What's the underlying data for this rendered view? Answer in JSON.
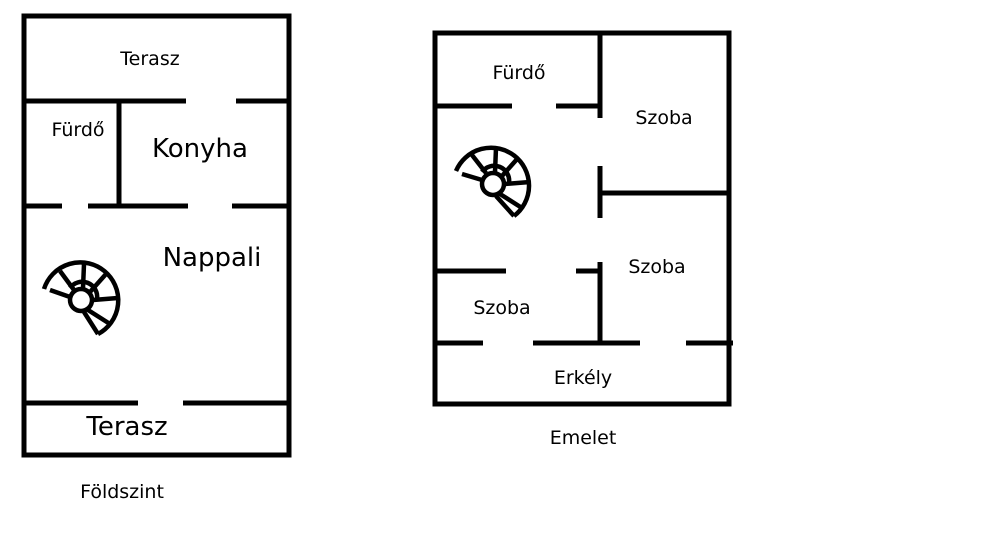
{
  "ground_floor": {
    "caption": "Földszint",
    "rooms": {
      "terasz_top": "Terasz",
      "furdo": "Fürdő",
      "konyha": "Konyha",
      "nappali": "Nappali",
      "terasz_bottom": "Terasz"
    }
  },
  "upper_floor": {
    "caption": "Emelet",
    "rooms": {
      "furdo": "Fürdő",
      "szoba_top_right": "Szoba",
      "szoba_mid_right": "Szoba",
      "szoba_left": "Szoba",
      "erkely": "Erkély"
    }
  },
  "colors": {
    "line": "#000000",
    "background": "#ffffff"
  },
  "icons": [
    "spiral-staircase-icon",
    "spiral-staircase-icon"
  ]
}
